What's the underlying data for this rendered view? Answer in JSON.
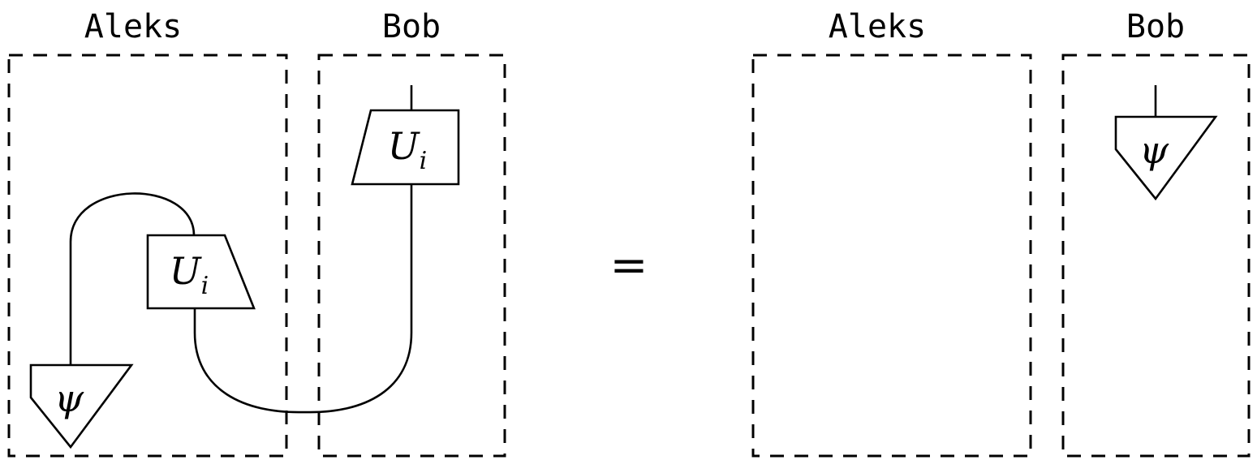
{
  "left_diagram": {
    "party_a_label": "Aleks",
    "party_b_label": "Bob",
    "state_symbol": "ψ",
    "gate_a": {
      "symbol": "U",
      "subscript": "i"
    },
    "gate_b": {
      "symbol": "U",
      "subscript": "i"
    }
  },
  "equals_sign": "=",
  "right_diagram": {
    "party_a_label": "Aleks",
    "party_b_label": "Bob",
    "state_symbol": "ψ"
  }
}
